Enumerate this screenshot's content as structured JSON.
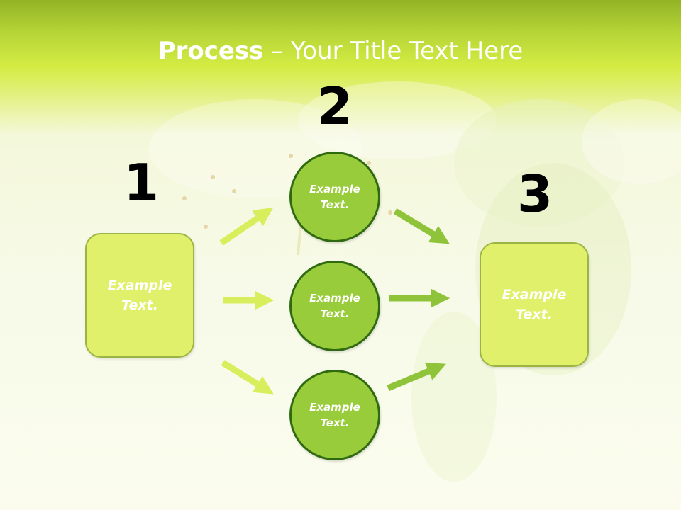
{
  "title": {
    "bold": "Process",
    "rest": " – Your Title Text Here"
  },
  "steps": {
    "one": "1",
    "two": "2",
    "three": "3"
  },
  "left_box": {
    "text": "Example Text."
  },
  "circles": [
    {
      "text": "Example Text."
    },
    {
      "text": "Example Text."
    },
    {
      "text": "Example Text."
    }
  ],
  "right_box": {
    "text": "Example Text."
  },
  "colors": {
    "box_fill": "#e1f06a",
    "circle_fill": "#99cc3a",
    "circle_border": "#2f6a10",
    "arrow_light": "#d8ee5c",
    "arrow_dark": "#8fc43a"
  }
}
